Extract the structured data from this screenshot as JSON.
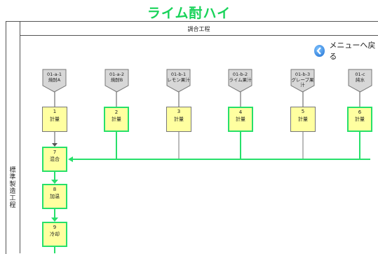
{
  "title": "ライム酎ハイ",
  "header_label": "調合工程",
  "left_label": "標準製造工程",
  "menu_button": {
    "label": "メニューへ戻る",
    "icon": "back-arrow-icon"
  },
  "colors": {
    "title": "#19d35a",
    "active_border": "#27e06a",
    "box_fill": "#ffffa0"
  },
  "materials": [
    {
      "code": "01-a-1",
      "name": "焼酎A"
    },
    {
      "code": "01-a-2",
      "name": "焼酎B"
    },
    {
      "code": "01-b-1",
      "name": "レモン果汁"
    },
    {
      "code": "01-b-2",
      "name": "ライム果汁"
    },
    {
      "code": "01-b-3",
      "name": "グレープ果汁"
    },
    {
      "code": "01-c",
      "name": "純水"
    }
  ],
  "weigh_steps": [
    {
      "number": "1",
      "label": "計量",
      "highlighted": false
    },
    {
      "number": "2",
      "label": "計量",
      "highlighted": true
    },
    {
      "number": "3",
      "label": "計量",
      "highlighted": false
    },
    {
      "number": "4",
      "label": "計量",
      "highlighted": true
    },
    {
      "number": "5",
      "label": "計量",
      "highlighted": false
    },
    {
      "number": "6",
      "label": "計量",
      "highlighted": true
    }
  ],
  "process_steps": [
    {
      "number": "7",
      "label": "混合"
    },
    {
      "number": "8",
      "label": "加温"
    },
    {
      "number": "9",
      "label": "冷却"
    }
  ]
}
